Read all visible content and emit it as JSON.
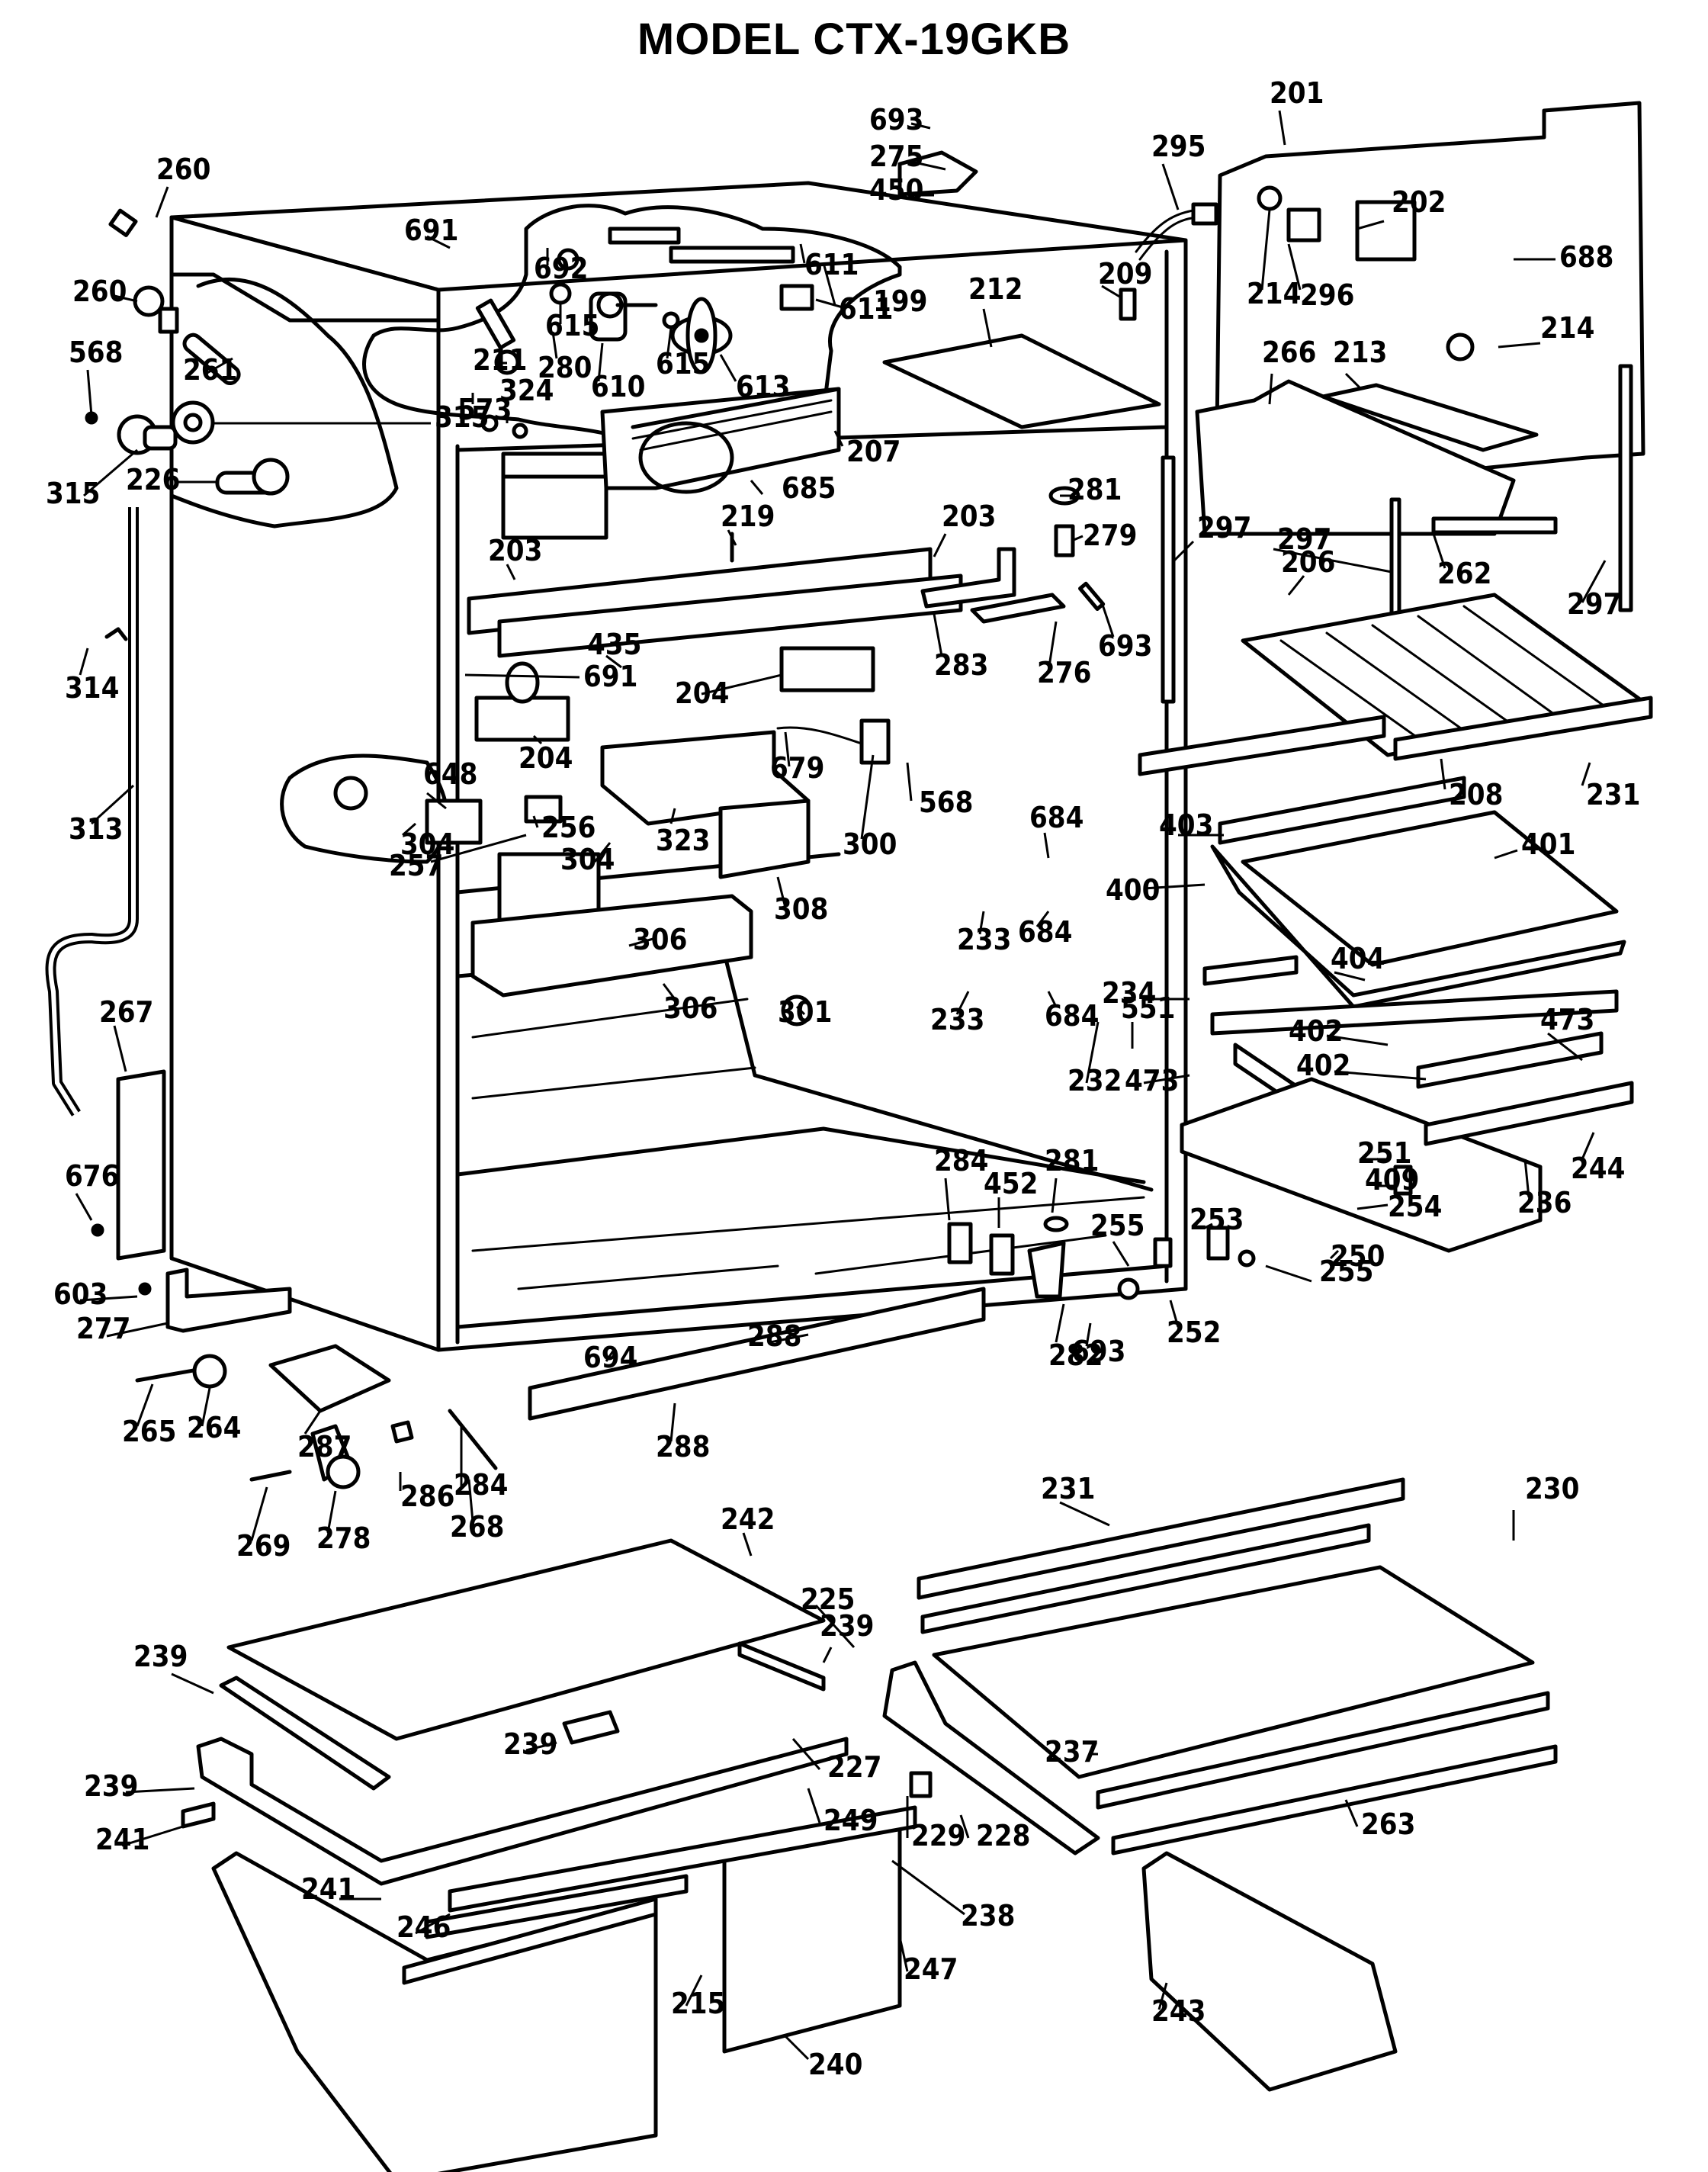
{
  "title": "MODEL CTX-19GKB",
  "diagram": {
    "type": "exploded-parts-diagram",
    "subject": "Refrigerator cabinet parts",
    "part_labels": [
      "693",
      "275",
      "450",
      "201",
      "295",
      "202",
      "260",
      "691",
      "692",
      "611",
      "611",
      "199",
      "260",
      "615",
      "615",
      "209",
      "214",
      "296",
      "688",
      "212",
      "568",
      "261",
      "610",
      "613",
      "214",
      "266",
      "213",
      "211",
      "280",
      "315",
      "573",
      "324",
      "207",
      "315",
      "685",
      "226",
      "281",
      "279",
      "297",
      "219",
      "203",
      "297",
      "206",
      "262",
      "203",
      "283",
      "693",
      "276",
      "297",
      "314",
      "691",
      "435",
      "204",
      "204",
      "679",
      "648",
      "256",
      "323",
      "568",
      "300",
      "304",
      "313",
      "257",
      "304",
      "308",
      "684",
      "231",
      "208",
      "403",
      "401",
      "684",
      "233",
      "400",
      "306",
      "404",
      "234",
      "306",
      "301",
      "233",
      "684",
      "551",
      "402",
      "473",
      "267",
      "232",
      "473",
      "402",
      "251",
      "244",
      "236",
      "409",
      "284",
      "281",
      "676",
      "452",
      "254",
      "253",
      "255",
      "250",
      "603",
      "255",
      "277",
      "288",
      "282",
      "693",
      "252",
      "694",
      "265",
      "264",
      "287",
      "288",
      "286",
      "284",
      "278",
      "268",
      "269",
      "231",
      "230",
      "242",
      "225",
      "239",
      "239",
      "239",
      "227",
      "237",
      "239",
      "249",
      "229",
      "228",
      "263",
      "241",
      "241",
      "238",
      "246",
      "247",
      "215",
      "243",
      "240"
    ]
  }
}
